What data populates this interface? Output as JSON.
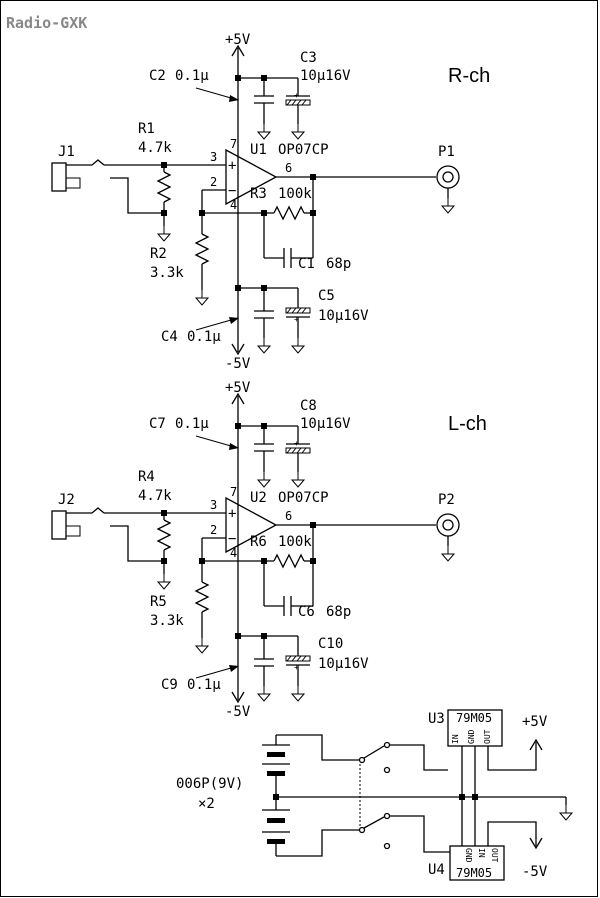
{
  "brand": "Radio-GXK",
  "channels": [
    {
      "name": "R-ch",
      "supply_pos": "+5V",
      "supply_neg": "-5V",
      "jack": "J1",
      "out": "P1",
      "r_in": {
        "ref": "R1",
        "value": "4.7k"
      },
      "r_gnd": {
        "ref": "R2",
        "value": "3.3k"
      },
      "r_fb": {
        "ref": "R3",
        "value": "100k"
      },
      "c_fb": {
        "ref": "C1",
        "value": "68p"
      },
      "c_pos_bypass": {
        "ref": "C2",
        "value": "0.1μ"
      },
      "c_pos_bulk": {
        "ref": "C3",
        "value": "10μ16V"
      },
      "c_neg_bypass": {
        "ref": "C4",
        "value": "0.1μ"
      },
      "c_neg_bulk": {
        "ref": "C5",
        "value": "10μ16V"
      },
      "opamp": {
        "ref": "U1",
        "part": "OP07CP"
      },
      "pins": {
        "p2": "2",
        "p3": "3",
        "p4": "4",
        "p6": "6",
        "p7": "7"
      },
      "plus_sign": "+",
      "minus_sign": "−"
    },
    {
      "name": "L-ch",
      "supply_pos": "+5V",
      "supply_neg": "-5V",
      "jack": "J2",
      "out": "P2",
      "r_in": {
        "ref": "R4",
        "value": "4.7k"
      },
      "r_gnd": {
        "ref": "R5",
        "value": "3.3k"
      },
      "r_fb": {
        "ref": "R6",
        "value": "100k"
      },
      "c_fb": {
        "ref": "C6",
        "value": "68p"
      },
      "c_pos_bypass": {
        "ref": "C7",
        "value": "0.1μ"
      },
      "c_pos_bulk": {
        "ref": "C8",
        "value": "10μ16V"
      },
      "c_neg_bypass": {
        "ref": "C9",
        "value": "0.1μ"
      },
      "c_neg_bulk": {
        "ref": "C10",
        "value": "10μ16V"
      },
      "opamp": {
        "ref": "U2",
        "part": "OP07CP"
      },
      "pins": {
        "p2": "2",
        "p3": "3",
        "p4": "4",
        "p6": "6",
        "p7": "7"
      },
      "plus_sign": "+",
      "minus_sign": "−"
    }
  ],
  "power": {
    "battery": "006P(9V)",
    "battery_count": "×2",
    "u3": {
      "ref": "U3",
      "part": "79M05",
      "pin_in": "IN",
      "pin_gnd": "GND",
      "pin_out": "OUT"
    },
    "u4": {
      "ref": "U4",
      "part": "79M05",
      "pin_in": "IN",
      "pin_gnd": "GND",
      "pin_out": "OUT"
    },
    "out_pos": "+5V",
    "out_neg": "-5V",
    "cap_polarity": "+"
  }
}
